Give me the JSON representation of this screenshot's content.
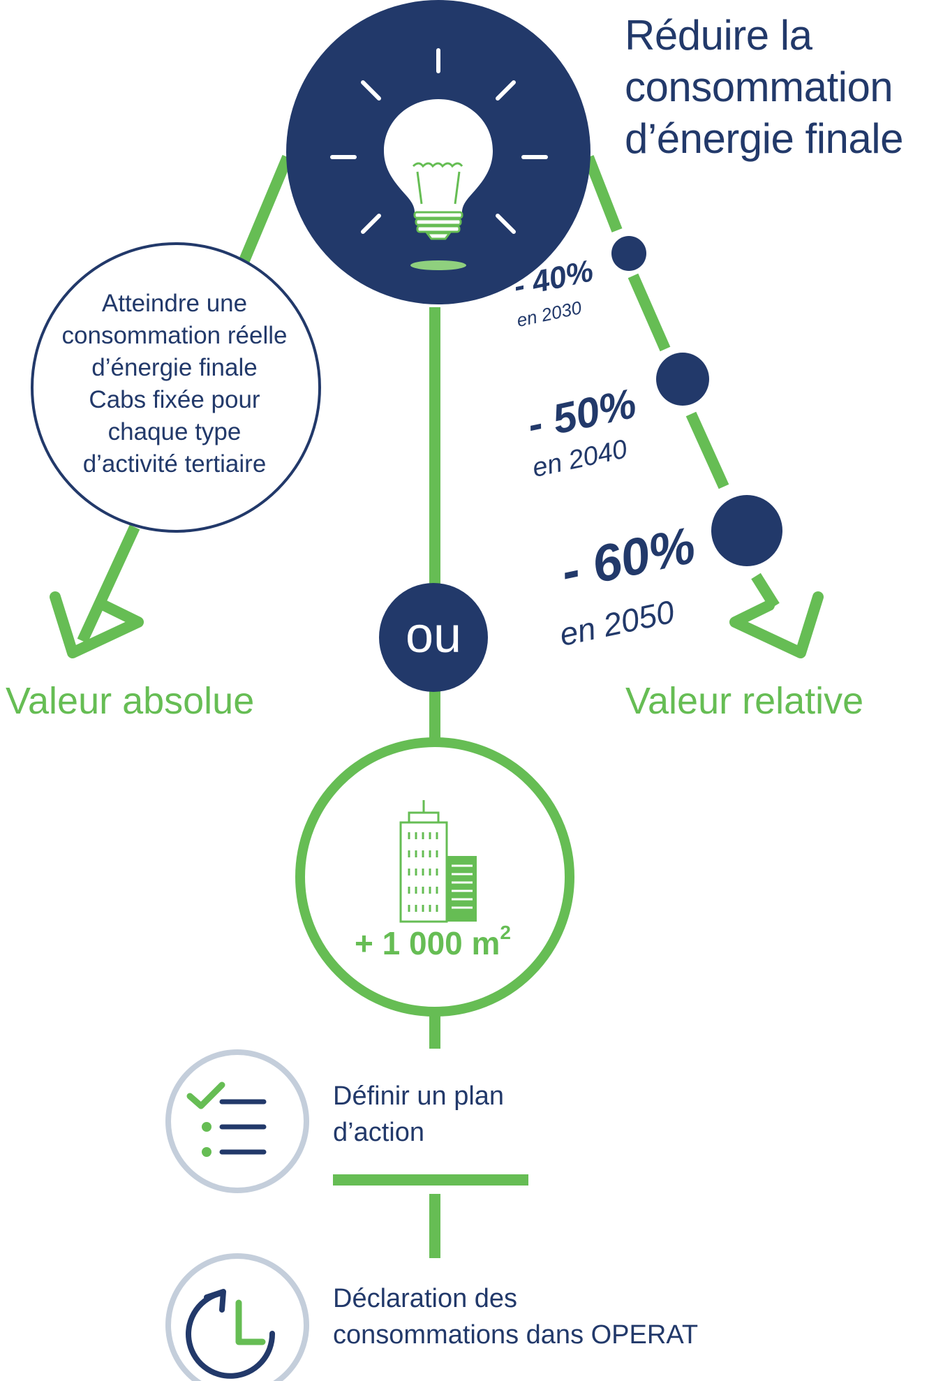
{
  "title": {
    "lines": [
      "Réduire la",
      "consommation",
      "d’énergie finale"
    ]
  },
  "absolute_circle": {
    "lines": [
      "Atteindre une",
      "consommation réelle",
      "d’énergie finale",
      "Cabs fixée pour",
      "chaque type",
      "d’activité tertiaire"
    ]
  },
  "milestones": [
    {
      "percent": "- 40%",
      "year": "en 2030"
    },
    {
      "percent": "- 50%",
      "year": "en 2040"
    },
    {
      "percent": "- 60%",
      "year": "en 2050"
    }
  ],
  "branches": {
    "absolute": "Valeur absolue",
    "relative": "Valeur relative",
    "or": "ou"
  },
  "area": {
    "prefix": "+ 1 000 m",
    "exponent": "2"
  },
  "steps": [
    {
      "lines": [
        "Définir un plan",
        "d’action"
      ],
      "icon": "checklist-icon"
    },
    {
      "lines": [
        "Déclaration des",
        "consommations dans OPERAT"
      ],
      "icon": "refresh-arrow-icon"
    }
  ],
  "colors": {
    "navy": "#22396a",
    "green": "#66bd54",
    "grey_ring": "#c4cedb",
    "white": "#ffffff"
  }
}
